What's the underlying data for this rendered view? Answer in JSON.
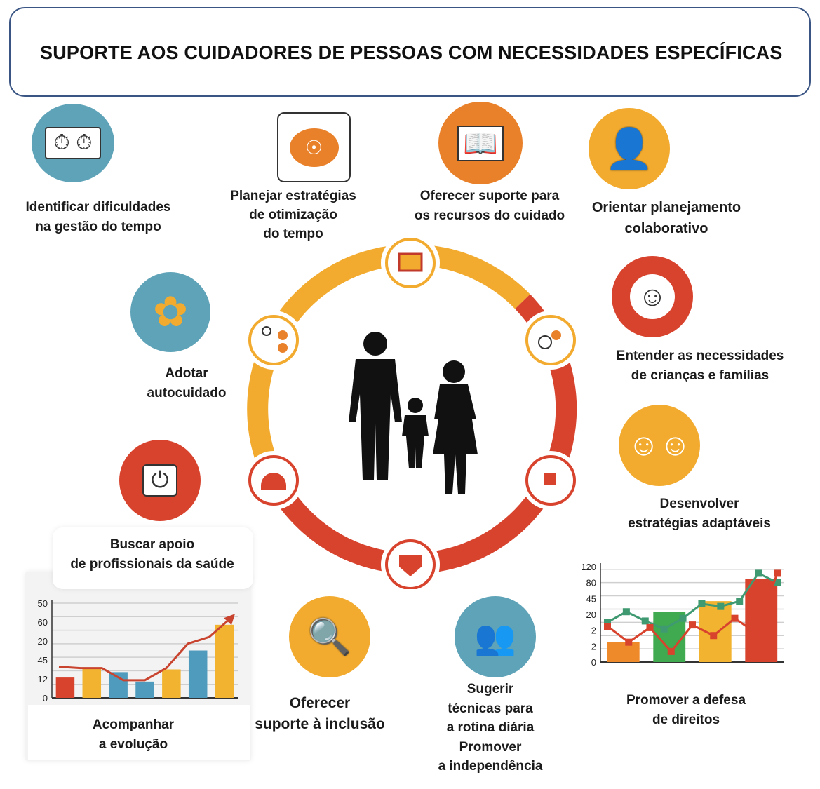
{
  "title": "SUPORTE AOS CUIDADORES DE PESSOAS COM NECESSIDADES ESPECÍFICAS",
  "colors": {
    "teal": "#5ea3b8",
    "orange": "#e9812a",
    "yellow": "#f2ab2e",
    "red": "#d8432e",
    "border": "#3a5583"
  },
  "items": [
    {
      "lines": [
        "Identificar dificuldades",
        "na gestão do tempo"
      ],
      "icon": "clock-document-icon"
    },
    {
      "lines": [
        "Planejar estratégias",
        "de otimização",
        "do tempo"
      ],
      "icon": "planning-icon"
    },
    {
      "lines": [
        "Oferecer suporte para",
        "os recursos do cuidado"
      ],
      "icon": "book-icon"
    },
    {
      "lines": [
        "Orientar planejamento",
        "colaborativo"
      ],
      "icon": "person-icon"
    },
    {
      "lines": [
        "Entender as necessidades",
        "de crianças e famílias"
      ],
      "icon": "child-face-icon"
    },
    {
      "lines": [
        "Desenvolver",
        "estratégias adaptáveis"
      ],
      "icon": "two-children-icon"
    },
    {
      "lines": [
        "Promover a defesa",
        "de direitos"
      ],
      "icon": "chart-icon"
    },
    {
      "lines": [
        "Sugerir",
        "técnicas para",
        "a rotina diária",
        "Promover",
        "a independência"
      ],
      "icon": "two-people-icon"
    },
    {
      "lines": [
        "Oferecer",
        "suporte à inclusão"
      ],
      "icon": "magnifier-icon"
    },
    {
      "lines": [
        "Acompanhar",
        "a evolução"
      ],
      "icon": "chart-icon"
    },
    {
      "lines": [
        "Buscar apoio",
        "de profissionais da saúde"
      ],
      "icon": "health-icon"
    },
    {
      "lines": [
        "Adotar",
        "autocuidado"
      ],
      "icon": "self-care-icon"
    }
  ],
  "chart_data": [
    {
      "type": "bar",
      "title": "",
      "ytick_labels": [
        "0",
        "12",
        "45",
        "20",
        "60",
        "50"
      ],
      "bar_values": [
        1.5,
        2.2,
        1.9,
        1.2,
        2.1,
        3.5,
        5.4
      ],
      "bar_colors": [
        "#d8432e",
        "#f2b430",
        "#4f9bbd",
        "#4f9bbd",
        "#f2b430",
        "#4f9bbd",
        "#f2b430"
      ],
      "line_values": [
        2.3,
        2.2,
        2.2,
        1.3,
        1.3,
        2.2,
        4.0,
        4.5,
        5.9
      ],
      "ymax": 7
    },
    {
      "type": "bar",
      "title": "",
      "ytick_labels": [
        "0",
        "2",
        "2",
        "20",
        "45",
        "80",
        "120"
      ],
      "bar_values": [
        1.5,
        3.8,
        4.6,
        6.3
      ],
      "bar_colors": [
        "#ee8a2a",
        "#3faa4f",
        "#f2b430",
        "#d8432e"
      ],
      "series": [
        {
          "name": "green",
          "color": "#3f9a72",
          "values": [
            3.0,
            3.8,
            3.1,
            2.5,
            3.3,
            4.4,
            4.2,
            4.6,
            6.7,
            6.0
          ]
        },
        {
          "name": "red",
          "color": "#d8432e",
          "values": [
            2.7,
            1.5,
            2.6,
            0.8,
            2.8,
            2.0,
            3.3,
            2.2,
            6.7
          ]
        }
      ],
      "ymax": 7.2
    }
  ]
}
